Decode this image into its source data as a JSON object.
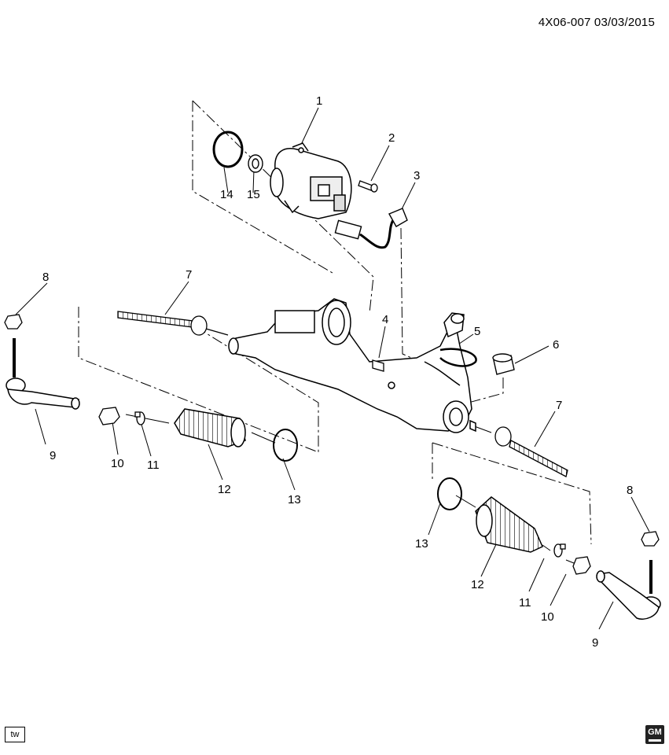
{
  "header": {
    "code": "4X06-007 03/03/2015"
  },
  "corner_badges": {
    "left": "tw",
    "right": "GM"
  },
  "callouts": {
    "c1": "1",
    "c2": "2",
    "c3": "3",
    "c4": "4",
    "c5": "5",
    "c6": "6",
    "c7_left": "7",
    "c7_right": "7",
    "c8_left": "8",
    "c8_right": "8",
    "c9_left": "9",
    "c9_right": "9",
    "c10_left": "10",
    "c10_right": "10",
    "c11_left": "11",
    "c11_right": "11",
    "c12_left": "12",
    "c12_right": "12",
    "c13_left": "13",
    "c13_right": "13",
    "c14": "14",
    "c15": "15"
  }
}
